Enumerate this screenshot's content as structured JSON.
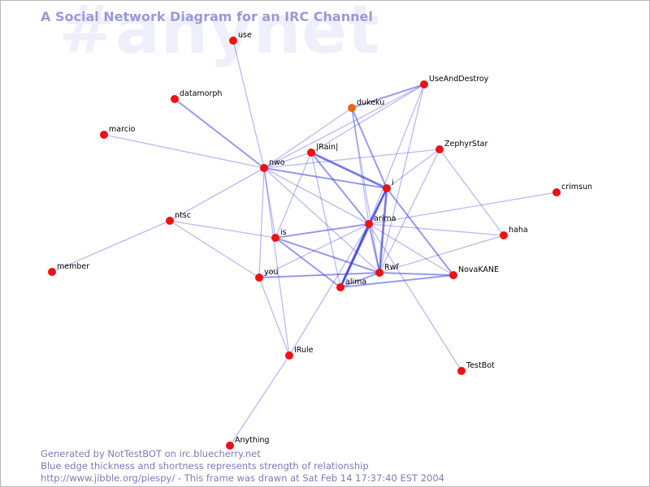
{
  "watermark": "#anynet",
  "title": "A Social Network Diagram for an IRC Channel",
  "footer": {
    "line1": "Generated by NotTestBOT on irc.bluecherry.net",
    "line2": "Blue edge thickness and shortness represents strength of relationship",
    "line3": "http://www.jibble.org/piespy/ - This frame was drawn at Sat Feb 14 17:37:40 EST 2004"
  },
  "colors": {
    "node": "#ee1111",
    "node_active": "#ee6611",
    "edge": "#3333dd",
    "title": "#9a9ad8",
    "watermark": "#efeffb"
  },
  "nodes": [
    {
      "id": "use",
      "label": "use"
    },
    {
      "id": "datamorph",
      "label": "datamorph"
    },
    {
      "id": "marcio",
      "label": "marcio"
    },
    {
      "id": "nwo",
      "label": "nwo"
    },
    {
      "id": "rain",
      "label": "|Rain|"
    },
    {
      "id": "dukeku",
      "label": "dukeku",
      "active": true
    },
    {
      "id": "useanddestroy",
      "label": "UseAndDestroy"
    },
    {
      "id": "zephyrstar",
      "label": "ZephyrStar"
    },
    {
      "id": "i",
      "label": "i"
    },
    {
      "id": "crimsun",
      "label": "crimsun"
    },
    {
      "id": "ntsc",
      "label": "ntsc"
    },
    {
      "id": "arima",
      "label": "arima"
    },
    {
      "id": "haha",
      "label": "haha"
    },
    {
      "id": "is",
      "label": "is"
    },
    {
      "id": "member",
      "label": "member"
    },
    {
      "id": "rwf",
      "label": "Rwf"
    },
    {
      "id": "novakane",
      "label": "NovaKANE"
    },
    {
      "id": "you",
      "label": "you"
    },
    {
      "id": "alima",
      "label": "alima"
    },
    {
      "id": "irule",
      "label": "IRule"
    },
    {
      "id": "testbot",
      "label": "TestBot"
    },
    {
      "id": "anything",
      "label": "Anything"
    }
  ],
  "edges": [
    {
      "source": "use",
      "target": "nwo",
      "weight": 1
    },
    {
      "source": "datamorph",
      "target": "nwo",
      "weight": 2
    },
    {
      "source": "marcio",
      "target": "nwo",
      "weight": 1
    },
    {
      "source": "nwo",
      "target": "rain",
      "weight": 1
    },
    {
      "source": "nwo",
      "target": "dukeku",
      "weight": 1
    },
    {
      "source": "nwo",
      "target": "useanddestroy",
      "weight": 1
    },
    {
      "source": "nwo",
      "target": "zephyrstar",
      "weight": 1
    },
    {
      "source": "nwo",
      "target": "i",
      "weight": 2
    },
    {
      "source": "nwo",
      "target": "arima",
      "weight": 1
    },
    {
      "source": "nwo",
      "target": "ntsc",
      "weight": 1
    },
    {
      "source": "nwo",
      "target": "is",
      "weight": 1
    },
    {
      "source": "nwo",
      "target": "you",
      "weight": 1
    },
    {
      "source": "nwo",
      "target": "irule",
      "weight": 1
    },
    {
      "source": "nwo",
      "target": "rwf",
      "weight": 1
    },
    {
      "source": "dukeku",
      "target": "useanddestroy",
      "weight": 2
    },
    {
      "source": "dukeku",
      "target": "i",
      "weight": 2
    },
    {
      "source": "dukeku",
      "target": "arima",
      "weight": 1
    },
    {
      "source": "dukeku",
      "target": "rwf",
      "weight": 1
    },
    {
      "source": "useanddestroy",
      "target": "rain",
      "weight": 1
    },
    {
      "source": "useanddestroy",
      "target": "arima",
      "weight": 1
    },
    {
      "source": "useanddestroy",
      "target": "rwf",
      "weight": 1
    },
    {
      "source": "rain",
      "target": "i",
      "weight": 3
    },
    {
      "source": "rain",
      "target": "arima",
      "weight": 2
    },
    {
      "source": "rain",
      "target": "is",
      "weight": 1
    },
    {
      "source": "rain",
      "target": "alima",
      "weight": 1
    },
    {
      "source": "i",
      "target": "arima",
      "weight": 2
    },
    {
      "source": "i",
      "target": "rwf",
      "weight": 3
    },
    {
      "source": "i",
      "target": "alima",
      "weight": 3
    },
    {
      "source": "i",
      "target": "novakane",
      "weight": 2
    },
    {
      "source": "i",
      "target": "zephyrstar",
      "weight": 1
    },
    {
      "source": "zephyrstar",
      "target": "haha",
      "weight": 1
    },
    {
      "source": "zephyrstar",
      "target": "rwf",
      "weight": 1
    },
    {
      "source": "arima",
      "target": "crimsun",
      "weight": 1
    },
    {
      "source": "arima",
      "target": "is",
      "weight": 2
    },
    {
      "source": "arima",
      "target": "haha",
      "weight": 1
    },
    {
      "source": "arima",
      "target": "rwf",
      "weight": 2
    },
    {
      "source": "arima",
      "target": "alima",
      "weight": 3
    },
    {
      "source": "arima",
      "target": "novakane",
      "weight": 1
    },
    {
      "source": "arima",
      "target": "you",
      "weight": 1
    },
    {
      "source": "arima",
      "target": "testbot",
      "weight": 1
    },
    {
      "source": "arima",
      "target": "irule",
      "weight": 1
    },
    {
      "source": "ntsc",
      "target": "member",
      "weight": 1
    },
    {
      "source": "ntsc",
      "target": "is",
      "weight": 1
    },
    {
      "source": "ntsc",
      "target": "you",
      "weight": 1
    },
    {
      "source": "is",
      "target": "alima",
      "weight": 2
    },
    {
      "source": "is",
      "target": "rwf",
      "weight": 2
    },
    {
      "source": "rwf",
      "target": "haha",
      "weight": 1
    },
    {
      "source": "rwf",
      "target": "alima",
      "weight": 2
    },
    {
      "source": "rwf",
      "target": "you",
      "weight": 2
    },
    {
      "source": "rwf",
      "target": "novakane",
      "weight": 2
    },
    {
      "source": "alima",
      "target": "novakane",
      "weight": 2
    },
    {
      "source": "you",
      "target": "irule",
      "weight": 1
    },
    {
      "source": "irule",
      "target": "anything",
      "weight": 1
    }
  ]
}
